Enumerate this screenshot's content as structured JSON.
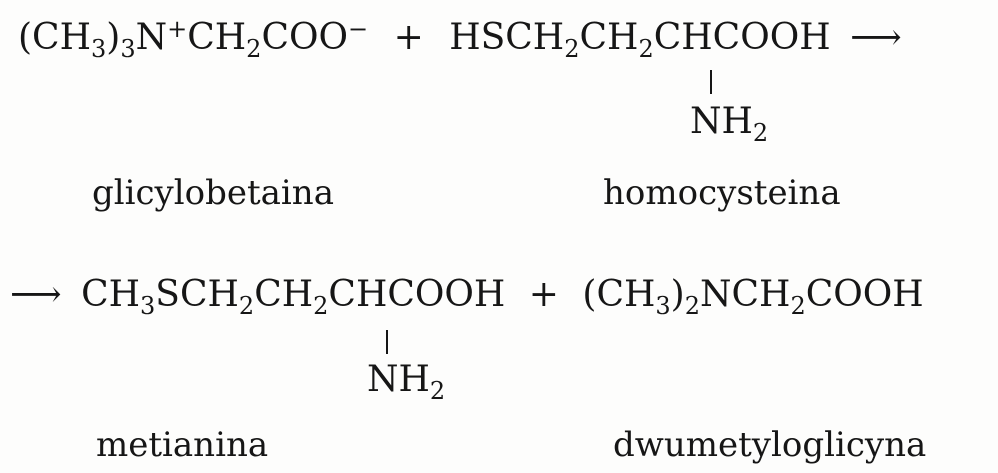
{
  "reaction": {
    "line1": {
      "r1_a": "(CH",
      "r1_s1": "3",
      "r1_b": ")",
      "r1_s2": "3",
      "r1_c": "N",
      "r1_sup1": "+",
      "r1_d": "CH",
      "r1_s3": "2",
      "r1_e": "COO",
      "r1_sup2": "−",
      "plus": "+",
      "r2_a": "HSCH",
      "r2_s1": "2",
      "r2_b": "CH",
      "r2_s2": "2",
      "r2_c": "CHCOOH",
      "arrow": "⟶"
    },
    "line1_sub": {
      "a": "NH",
      "s": "2"
    },
    "line2": {
      "arrow": "⟶",
      "p1_a": "CH",
      "p1_s1": "3",
      "p1_b": "SCH",
      "p1_s2": "2",
      "p1_c": "CH",
      "p1_s3": "2",
      "p1_d": "CHCOOH",
      "plus": "+",
      "p2_a": "(CH",
      "p2_s1": "3",
      "p2_b": ")",
      "p2_s2": "2",
      "p2_c": "NCH",
      "p2_s3": "2",
      "p2_d": "COOH"
    },
    "line2_sub": {
      "a": "NH",
      "s": "2"
    },
    "labels": {
      "reactant1": "glicylobetaina",
      "reactant2": "homocysteina",
      "product1": "metianina",
      "product2": "dwumetyloglicyna"
    }
  }
}
